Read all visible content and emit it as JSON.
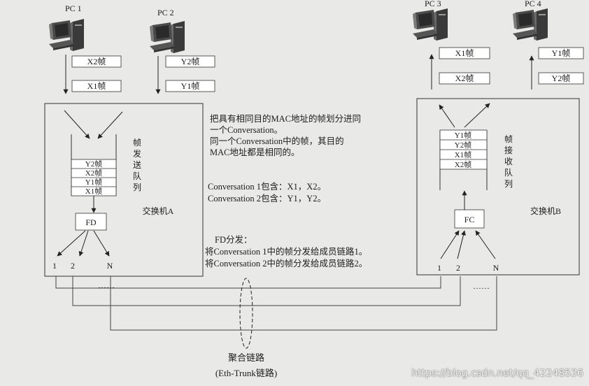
{
  "pcs": [
    {
      "id": "pc1",
      "label": "PC 1"
    },
    {
      "id": "pc2",
      "label": "PC 2"
    },
    {
      "id": "pc3",
      "label": "PC 3"
    },
    {
      "id": "pc4",
      "label": "PC 4"
    }
  ],
  "frames": {
    "pc1": [
      "X2帧",
      "X1帧"
    ],
    "pc2": [
      "Y2帧",
      "Y1帧"
    ],
    "pc3": [
      "X1帧",
      "X2帧"
    ],
    "pc4": [
      "Y1帧",
      "Y2帧"
    ]
  },
  "switch_a": {
    "label": "交换机A",
    "queue_label": "帧发送队列",
    "queue": [
      "Y2帧",
      "X2帧",
      "Y1帧",
      "X1帧"
    ],
    "module": "FD",
    "ports": [
      "1",
      "2",
      "N"
    ]
  },
  "switch_b": {
    "label": "交换机B",
    "queue_label": "帧接收队列",
    "queue": [
      "Y1帧",
      "Y2帧",
      "X1帧",
      "X2帧"
    ],
    "module": "FC",
    "ports": [
      "1",
      "2",
      "N"
    ]
  },
  "dots": "……",
  "notes": {
    "line1": "把具有相同目的MAC地址的帧划分进同",
    "line2": "一个Conversation。",
    "line3": "同一个Conversation中的帧，其目的",
    "line4": "MAC地址都是相同的。",
    "conv1": "Conversation 1包含：X1，X2。",
    "conv2": "Conversation 2包含：Y1，Y2。",
    "fd_title": "FD分发：",
    "fd1": "将Conversation 1中的帧分发给成员链路1。",
    "fd2": "将Conversation 2中的帧分发给成员链路2。"
  },
  "trunk": {
    "label": "聚合链路",
    "sublabel": "(Eth-Trunk链路)"
  },
  "watermark": "https://blog.csdn.net/qq_42248536"
}
